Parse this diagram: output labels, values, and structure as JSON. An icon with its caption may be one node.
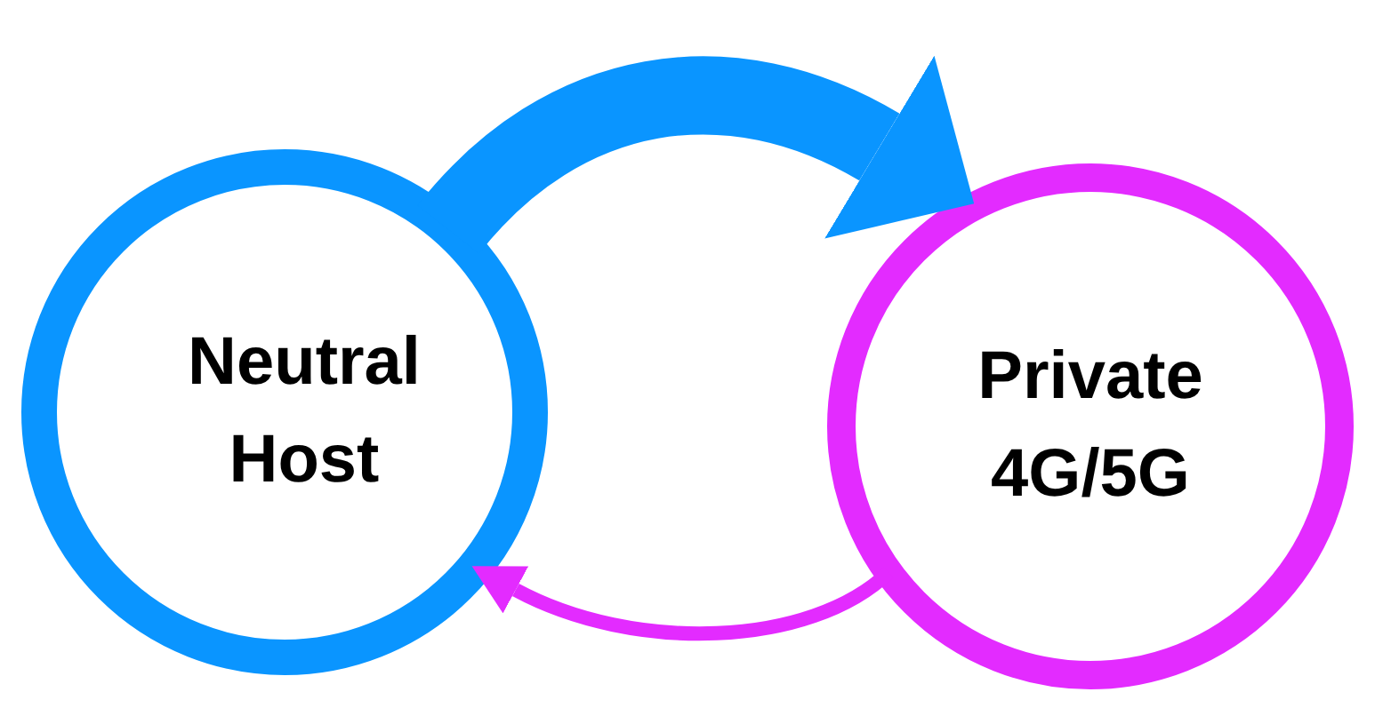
{
  "diagram": {
    "nodes": [
      {
        "text": [
          "Neutral Host"
        ]
      },
      {
        "text": [
          "Private 4G/5G"
        ]
      }
    ],
    "edges": [
      {
        "from": 0,
        "to": 1,
        "arrow": "to",
        "style": "thick",
        "color": "#0a95ff"
      },
      {
        "from": 1,
        "to": 0,
        "arrow": "to",
        "color": "#e32bff"
      }
    ]
  }
}
